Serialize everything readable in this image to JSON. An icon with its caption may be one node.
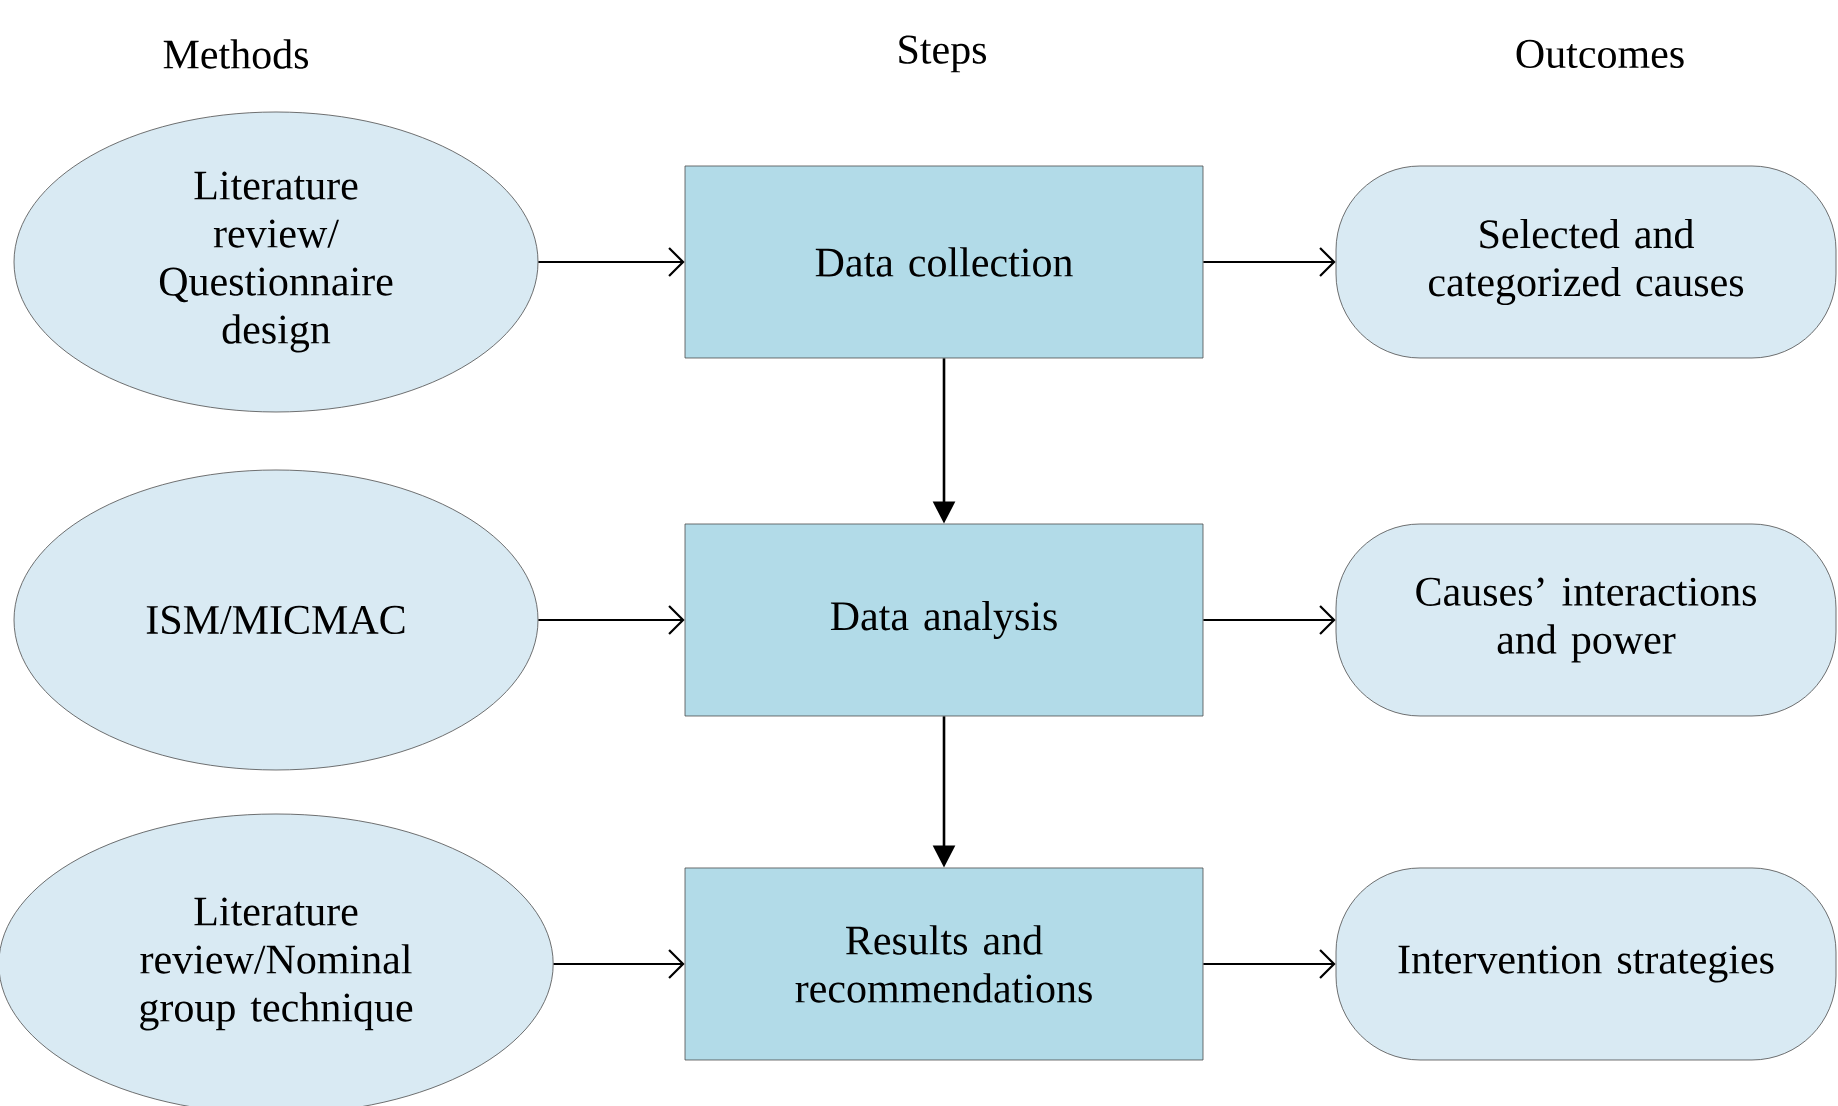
{
  "diagram": {
    "nodes": [
      {
        "text": [
          "Literature review/ Questionnaire design"
        ]
      },
      {
        "text": [
          "Data collection"
        ]
      },
      {
        "text": [
          "Selected and categorized causes"
        ]
      },
      {
        "text": [
          "ISM/MICMAC"
        ]
      },
      {
        "text": [
          "Data analysis"
        ]
      },
      {
        "text": [
          "Causes’ interactions and power"
        ]
      },
      {
        "text": [
          "Literature review/Nominal group technique"
        ]
      },
      {
        "text": [
          "Results and recommendations"
        ]
      },
      {
        "text": [
          "Intervention strategies"
        ]
      }
    ],
    "edges": [
      {
        "from": 0,
        "to": 1,
        "arrow": "to"
      },
      {
        "from": 1,
        "to": 2,
        "arrow": "to"
      },
      {
        "from": 1,
        "to": 4,
        "arrow": "to"
      },
      {
        "from": 3,
        "to": 4,
        "arrow": "to"
      },
      {
        "from": 4,
        "to": 5,
        "arrow": "to"
      },
      {
        "from": 4,
        "to": 7,
        "arrow": "to"
      },
      {
        "from": 6,
        "to": 7,
        "arrow": "to"
      },
      {
        "from": 7,
        "to": 8,
        "arrow": "to"
      }
    ],
    "labels": [
      "Methods",
      "Steps",
      "Outcomes"
    ]
  }
}
